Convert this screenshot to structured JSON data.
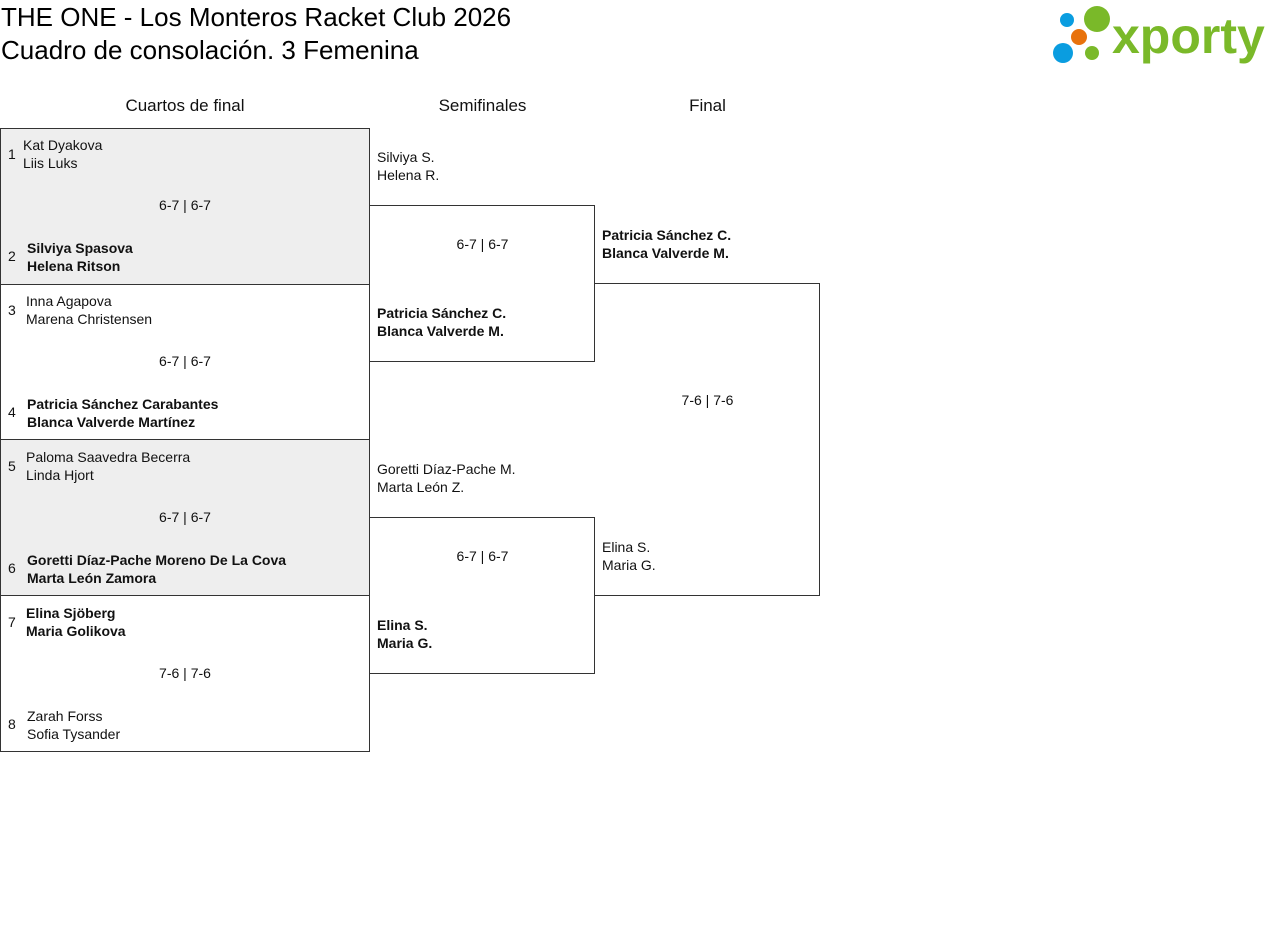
{
  "header": {
    "title": "THE ONE - Los Monteros Racket Club 2026",
    "subtitle": "Cuadro de consolación. 3 Femenina",
    "logo_text": "xporty"
  },
  "rounds": [
    "Cuartos de final",
    "Semifinales",
    "Final"
  ],
  "quarterfinals": [
    {
      "seed_a": "1",
      "a": [
        "Kat Dyakova",
        "Liis Luks"
      ],
      "score": "6-7 | 6-7",
      "seed_b": "2",
      "b": [
        "Silviya Spasova",
        "Helena Ritson"
      ],
      "winner": "b"
    },
    {
      "seed_a": "3",
      "a": [
        "Inna Agapova",
        "Marena Christensen"
      ],
      "score": "6-7 | 6-7",
      "seed_b": "4",
      "b": [
        "Patricia Sánchez Carabantes",
        "Blanca Valverde Martínez"
      ],
      "winner": "b"
    },
    {
      "seed_a": "5",
      "a": [
        "Paloma Saavedra Becerra",
        "Linda Hjort"
      ],
      "score": "6-7 | 6-7",
      "seed_b": "6",
      "b": [
        "Goretti Díaz-Pache Moreno De La Cova",
        "Marta León Zamora"
      ],
      "winner": "b"
    },
    {
      "seed_a": "7",
      "a": [
        "Elina Sjöberg",
        "Maria Golikova"
      ],
      "score": "7-6 | 7-6",
      "seed_b": "8",
      "b": [
        "Zarah Forss",
        "Sofia Tysander"
      ],
      "winner": "a"
    }
  ],
  "semifinals": [
    {
      "a": [
        "Silviya S.",
        "Helena R."
      ],
      "score": "6-7 | 6-7",
      "b": [
        "Patricia Sánchez C.",
        "Blanca Valverde M."
      ],
      "winner": "b"
    },
    {
      "a": [
        "Goretti Díaz-Pache M.",
        "Marta León Z."
      ],
      "score": "6-7 | 6-7",
      "b": [
        "Elina S.",
        "Maria G."
      ],
      "winner": "b"
    }
  ],
  "final": {
    "a": [
      "Patricia Sánchez C.",
      "Blanca Valverde M."
    ],
    "score": "7-6 | 7-6",
    "b": [
      "Elina S.",
      "Maria G."
    ],
    "winner": "a"
  },
  "colors": {
    "green": "#7ab929",
    "blue": "#0a9de0",
    "orange": "#e8720c",
    "shade": "#eeeeee"
  }
}
